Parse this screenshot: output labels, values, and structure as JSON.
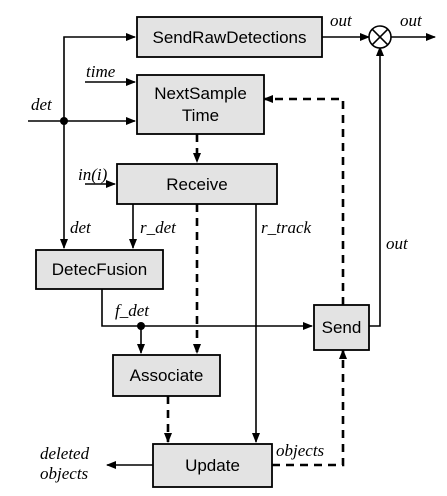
{
  "blocks": {
    "send_raw_detections": "SendRawDetections",
    "next_sample_time_1": "NextSample",
    "next_sample_time_2": "Time",
    "receive": "Receive",
    "detec_fusion": "DetecFusion",
    "associate": "Associate",
    "update": "Update",
    "send": "Send"
  },
  "labels": {
    "out_top_left": "out",
    "out_top_right": "out",
    "time": "time",
    "det_left": "det",
    "in_i": "in(i)",
    "det_lower": "det",
    "r_det": "r_det",
    "r_track": "r_track",
    "out_right": "out",
    "f_det": "f_det",
    "objects": "objects",
    "deleted_1": "deleted",
    "deleted_2": "objects"
  }
}
